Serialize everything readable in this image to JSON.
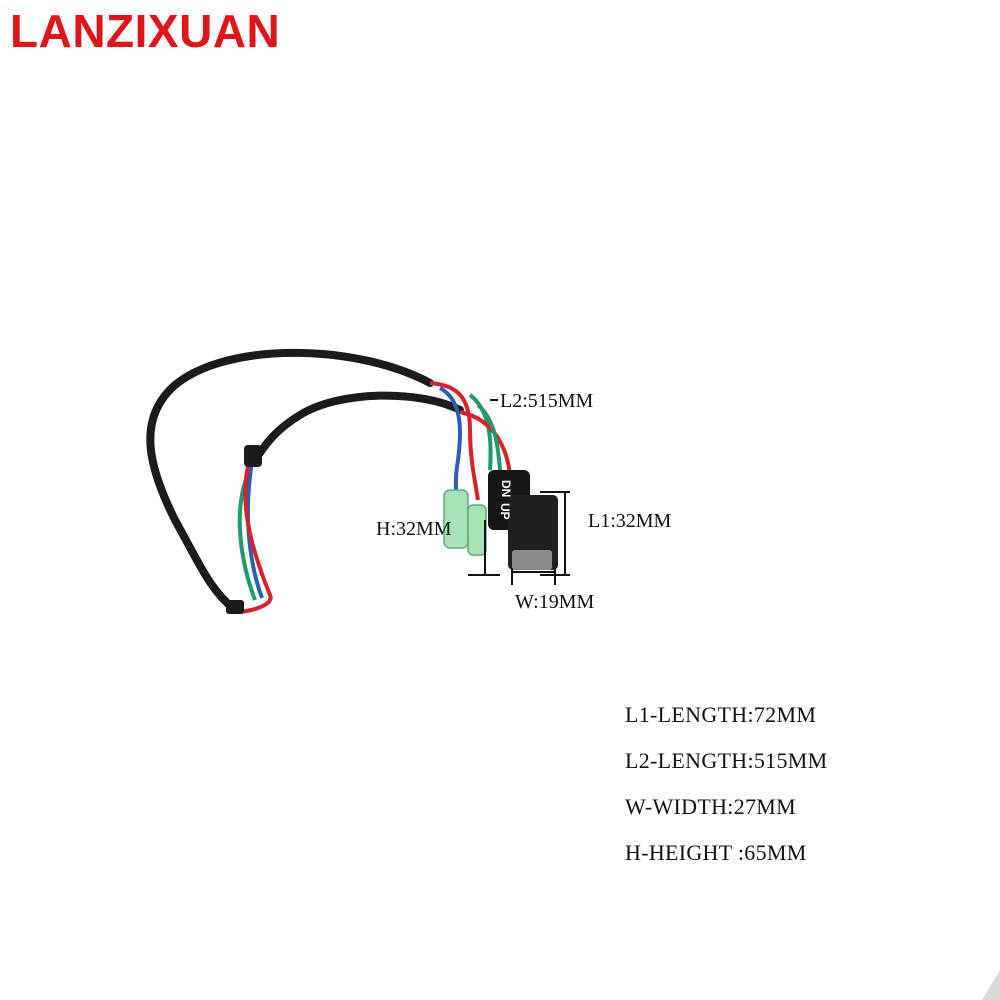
{
  "brand": "LANZIXUAN",
  "product": {
    "switch_labels": {
      "down": "DN",
      "up": "UP"
    },
    "dimension_labels": {
      "l2": "L2:515MM",
      "l1": "L1:32MM",
      "h": "H:32MM",
      "w": "W:19MM"
    },
    "wire_colors": {
      "sheath": "#1b1b1b",
      "red": "#d8212c",
      "blue": "#2a5fb5",
      "green": "#1f9a6a",
      "terminal": "#a7e3b6"
    }
  },
  "specs": [
    {
      "label": "L1-LENGTH:72MM"
    },
    {
      "label": "L2-LENGTH:515MM"
    },
    {
      "label": "W-WIDTH:27MM"
    },
    {
      "label": "H-HEIGHT :65MM"
    }
  ]
}
